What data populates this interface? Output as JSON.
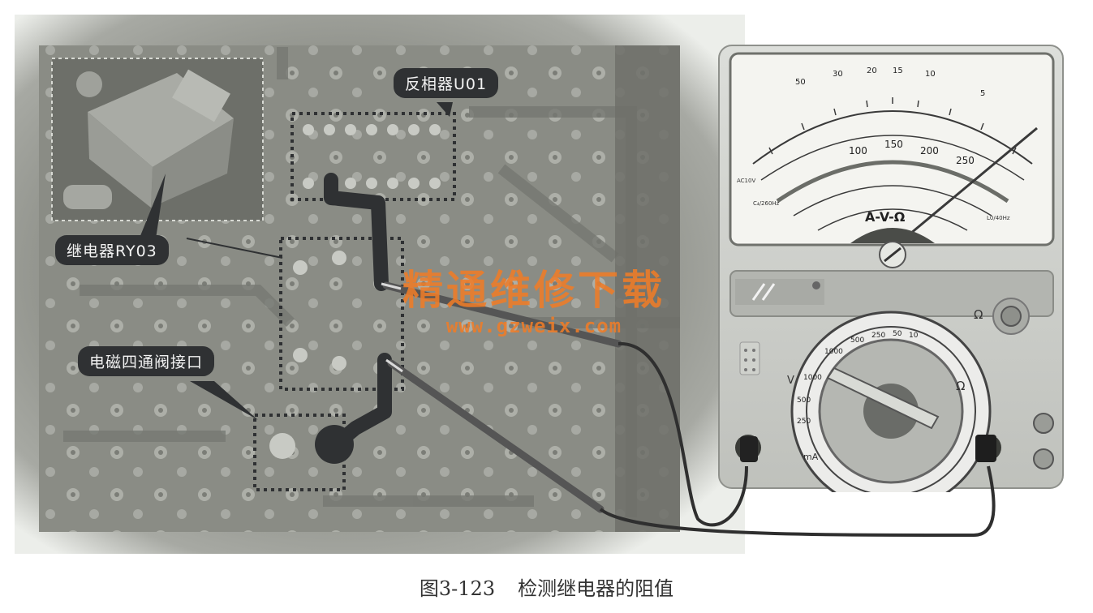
{
  "labels": {
    "inverter": "反相器U01",
    "relay": "继电器RY03",
    "valve_interface": "电磁四通阀接口"
  },
  "watermark": {
    "title": "精通维修下载",
    "url": "www.gzweix.com"
  },
  "caption": {
    "figure_number": "图3-123",
    "title": "检测继电器的阻值"
  },
  "multimeter": {
    "scale_name": "A-V-Ω",
    "brand": "C₄/260Hz",
    "model": "L0/40Hz",
    "ac_label": "AC10V",
    "range_marks": {
      "volt": "V",
      "ohm": "Ω",
      "milliamp": "mA",
      "ohm_adjust": "Ω"
    },
    "top_scale_ticks": [
      "50",
      "30",
      "20",
      "15",
      "10",
      "5"
    ],
    "mid_scale_ticks": [
      "100",
      "150",
      "200",
      "250"
    ],
    "dial_ranges": [
      "1000",
      "500",
      "250",
      "50",
      "10",
      "250",
      "500",
      "1000"
    ]
  },
  "colors": {
    "pcb": "#8e9088",
    "pcb_dark": "#4f514d",
    "trace": "#2f3133",
    "callout_bg": "#2f3133",
    "meter_body": "#cfd1cc",
    "meter_face": "#f4f4f0",
    "watermark": "#ee7c28"
  }
}
